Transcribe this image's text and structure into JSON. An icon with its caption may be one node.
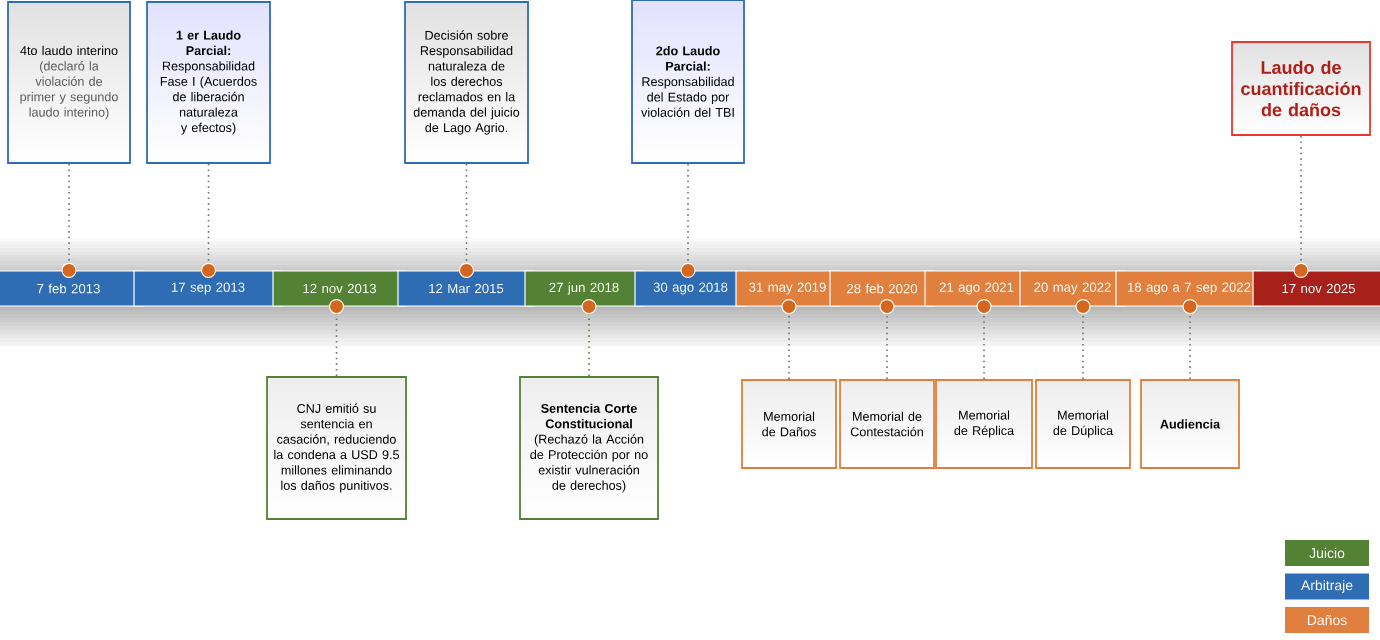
{
  "diagram": {
    "nodes": [
      {
        "text": [
          "4to laudo interino",
          "(declaró la violación de primer y segundo laudo interino)"
        ]
      },
      {
        "text": [
          "1 er Laudo Parcial:",
          "Responsabilidad Fase I (Acuerdos de liberación naturaleza y efectos)"
        ]
      },
      {
        "text": [
          "Decisión sobre Responsabilidad naturaleza de los derechos reclamados en la demanda del juicio de Lago Agrio."
        ]
      },
      {
        "text": [
          "2do Laudo Parcial:",
          "Responsabilidad del Estado por violación del TBI"
        ]
      },
      {
        "text": [
          "Laudo de cuantificación de daños"
        ]
      },
      {
        "text": [
          "7 feb 2013"
        ]
      },
      {
        "text": [
          "17 sep 2013"
        ]
      },
      {
        "text": [
          "12 nov 2013"
        ]
      },
      {
        "text": [
          "12 Mar 2015"
        ]
      },
      {
        "text": [
          "27 jun 2018"
        ]
      },
      {
        "text": [
          "30 ago 2018"
        ]
      },
      {
        "text": [
          "31 may 2019"
        ]
      },
      {
        "text": [
          "28 feb 2020"
        ]
      },
      {
        "text": [
          "21 ago 2021"
        ]
      },
      {
        "text": [
          "20 may 2022"
        ]
      },
      {
        "text": [
          "18 ago a 7 sep 2022"
        ]
      },
      {
        "text": [
          "17 nov 2025"
        ]
      },
      {
        "text": [
          "CNJ emitió su sentencia en casación, reduciendo la condena a USD 9.5 millones eliminando los daños punitivos."
        ]
      },
      {
        "text": [
          "Sentencia Corte Constitucional",
          "(Rechazó la Acción de Protección por no existir vulneración de derechos)"
        ]
      },
      {
        "text": [
          "Memorial de Daños"
        ]
      },
      {
        "text": [
          "Memorial de Contestación"
        ]
      },
      {
        "text": [
          "Memorial de Réplica"
        ]
      },
      {
        "text": [
          "Memorial de Dúplica"
        ]
      },
      {
        "text": [
          "Audiencia"
        ]
      }
    ],
    "edges": [
      {
        "from": 0,
        "to": 5,
        "arrow": "other"
      },
      {
        "from": 1,
        "to": 6,
        "arrow": "other"
      },
      {
        "from": 2,
        "to": 8,
        "arrow": "other"
      },
      {
        "from": 3,
        "to": 10,
        "arrow": "other"
      },
      {
        "from": 4,
        "to": 16,
        "arrow": "other"
      },
      {
        "from": 17,
        "to": 7,
        "arrow": "other"
      },
      {
        "from": 18,
        "to": 9,
        "arrow": "other",
        "color": "#548235"
      },
      {
        "from": 19,
        "to": 11,
        "arrow": "other"
      },
      {
        "from": 20,
        "to": 12,
        "arrow": "other"
      },
      {
        "from": 21,
        "to": 13,
        "arrow": "other"
      },
      {
        "from": 22,
        "to": 14,
        "arrow": "other"
      },
      {
        "from": 23,
        "to": 15,
        "arrow": "other"
      }
    ],
    "legend": [
      {
        "text": "Juicio",
        "color": "#548235"
      },
      {
        "text": "Arbitraje",
        "color": "#2e6db4"
      },
      {
        "text": "Daños",
        "color": "#e07f3e"
      }
    ]
  }
}
